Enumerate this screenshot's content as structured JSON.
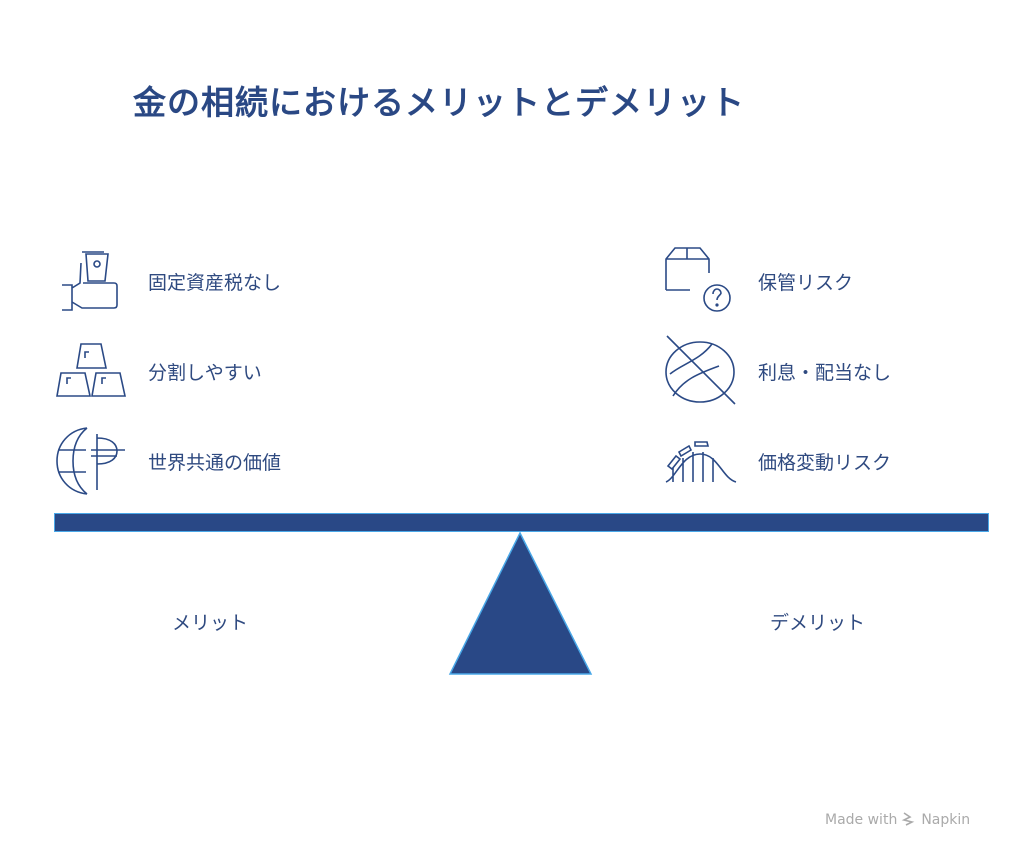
{
  "title": "金の相続におけるメリットとデメリット",
  "merits": {
    "label": "メリット",
    "items": [
      {
        "label": "固定資産税なし",
        "icon": "hand-holding-card-icon"
      },
      {
        "label": "分割しやすい",
        "icon": "gold-bars-icon"
      },
      {
        "label": "世界共通の価値",
        "icon": "globe-currency-icon"
      }
    ]
  },
  "demerits": {
    "label": "デメリット",
    "items": [
      {
        "label": "保管リスク",
        "icon": "box-question-icon"
      },
      {
        "label": "利息・配当なし",
        "icon": "no-leaf-icon"
      },
      {
        "label": "価格変動リスク",
        "icon": "roller-coaster-icon"
      }
    ]
  },
  "colors": {
    "primary": "#294886",
    "outline": "#4aa8e8"
  },
  "credit": {
    "prefix": "Made with",
    "brand": "Napkin"
  }
}
